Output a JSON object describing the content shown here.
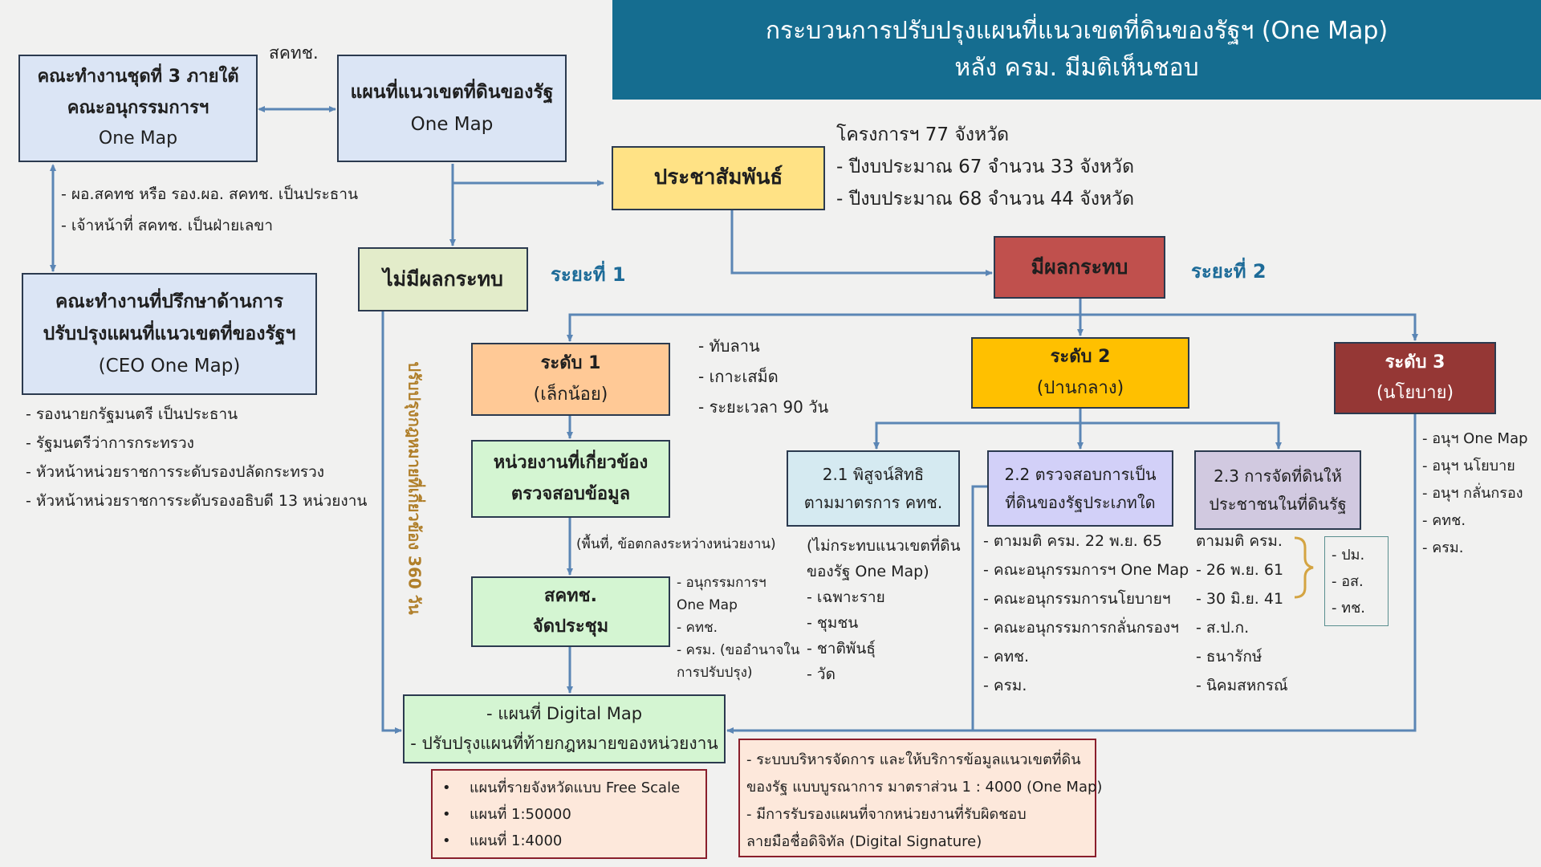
{
  "header": {
    "line1": "กระบวนการปรับปรุงแผนที่แนวเขตที่ดินของรัฐฯ (One Map)",
    "line2": "หลัง ครม. มีมติเห็นชอบ"
  },
  "colors": {
    "header_bg": "#156d90",
    "connector": "#5b86b5",
    "light_blue": "#dbe5f5",
    "light_green": "#d4f5d2",
    "yellow": "#ffe285",
    "red": "#c0504d",
    "orange": "#ffc996",
    "gold": "#ffc000",
    "dark_red": "#953735",
    "lavender": "#d2d0f8",
    "lilac": "#d1c9e0",
    "peach": "#fde8db"
  },
  "wg3": {
    "line1": "คณะทำงานชุดที่ 3 ภายใต้",
    "line2": "คณะอนุกรรมการฯ",
    "line3": "One Map",
    "notes": [
      "- ผอ.สคทช หรือ รอง.ผอ. สคทช. เป็นประธาน",
      "- เจ้าหน้าที่ สคทช. เป็นฝ่ายเลขา"
    ]
  },
  "okt_label": "สคทช.",
  "state_map": {
    "line1": "แผนที่แนวเขตที่ดินของรัฐ",
    "line2": "One Map"
  },
  "ceo": {
    "line1": "คณะทำงานที่ปรึกษาด้านการ",
    "line2": "ปรับปรุงแผนที่แนวเขตที่ของรัฐฯ",
    "line3": "(CEO One Map)",
    "notes": [
      "- รองนายกรัฐมนตรี เป็นประธาน",
      "- รัฐมนตรีว่าการกระทรวง",
      "- หัวหน้าหน่วยราชการระดับรองปลัดกระทรวง",
      "- หัวหน้าหน่วยราชการระดับรองอธิบดี 13 หน่วยงาน"
    ]
  },
  "pr": {
    "label": "ประชาสัมพันธ์",
    "notes": [
      "โครงการฯ 77 จังหวัด",
      "- ปีงบประมาณ 67 จำนวน 33 จังหวัด",
      "- ปีงบประมาณ 68 จำนวน 44 จังหวัด"
    ]
  },
  "no_impact": {
    "label": "ไม่มีผลกระทบ",
    "phase": "ระยะที่ 1"
  },
  "impact": {
    "label": "มีผลกระทบ",
    "phase": "ระยะที่ 2"
  },
  "vertical_note": "ปรับปรุงกฎหมายที่เกี่ยวข้อง 360 วัน",
  "level1": {
    "line1": "ระดับ 1",
    "line2": "(เล็กน้อย)",
    "notes": [
      "- ทับลาน",
      "- เกาะเสม็ด",
      "- ระยะเวลา 90 วัน"
    ]
  },
  "agencies": {
    "line1": "หน่วยงานที่เกี่ยวข้อง",
    "line2": "ตรวจสอบข้อมูล",
    "note": "(พื้นที่, ข้อตกลงระหว่างหน่วยงาน)"
  },
  "meeting": {
    "line1": "สคทช.",
    "line2": "จัดประชุม",
    "notes": [
      "- อนุกรรมการฯ",
      "One Map",
      "- คทช.",
      "- ครม. (ขออำนาจใน",
      "การปรับปรุง)"
    ]
  },
  "level2": {
    "line1": "ระดับ 2",
    "line2": "(ปานกลาง)"
  },
  "level3": {
    "line1": "ระดับ 3",
    "line2": "(นโยบาย)",
    "notes": [
      "- อนุฯ One Map",
      "- อนุฯ นโยบาย",
      "- อนุฯ กลั่นกรอง",
      "- คทช.",
      "- ครม."
    ]
  },
  "sub21": {
    "line1": "2.1 พิสูจน์สิทธิ",
    "line2": "ตามมาตรการ คทช.",
    "notes": [
      "(ไม่กระทบแนวเขตที่ดิน",
      "ของรัฐ One Map)",
      "- เฉพาะราย",
      "- ชุมชน",
      "- ชาติพันธุ์",
      "- วัด"
    ]
  },
  "sub22": {
    "line1": "2.2 ตรวจสอบการเป็น",
    "line2": "ที่ดินของรัฐประเภทใด",
    "notes": [
      "- ตามมติ ครม. 22 พ.ย. 65",
      "- คณะอนุกรรมการฯ One Map",
      "- คณะอนุกรรมการนโยบายฯ",
      "- คณะอนุกรรมการกลั่นกรองฯ",
      "- คทช.",
      "- ครม."
    ]
  },
  "sub23": {
    "line1": "2.3 การจัดที่ดินให้",
    "line2": "ประชาชนในที่ดินรัฐ",
    "notes": [
      "ตามมติ ครม.",
      "- 26 พ.ย. 61",
      "- 30 มิ.ย. 41",
      "- ส.ป.ก.",
      "- ธนารักษ์",
      "- นิคมสหกรณ์"
    ],
    "side": [
      "- ปม.",
      "- อส.",
      "- ทช."
    ]
  },
  "digital": {
    "line1": "- แผนที่ Digital Map",
    "line2": "- ปรับปรุงแผนที่ท้ายกฎหมายของหน่วยงาน"
  },
  "scales": [
    "แผนที่รายจังหวัดแบบ Free Scale",
    "แผนที่ 1:50000",
    "แผนที่ 1:4000"
  ],
  "system": {
    "line1": "- ระบบบริหารจัดการ และให้บริการข้อมูลแนวเขตที่ดิน",
    "line2": "ของรัฐ แบบบูรณาการ มาตราส่วน 1 : 4000 (One Map)",
    "line3": "-  มีการรับรองแผนที่จากหน่วยงานที่รับผิดชอบ",
    "line4": "ลายมือชื่อดิจิทัล (Digital Signature)"
  }
}
